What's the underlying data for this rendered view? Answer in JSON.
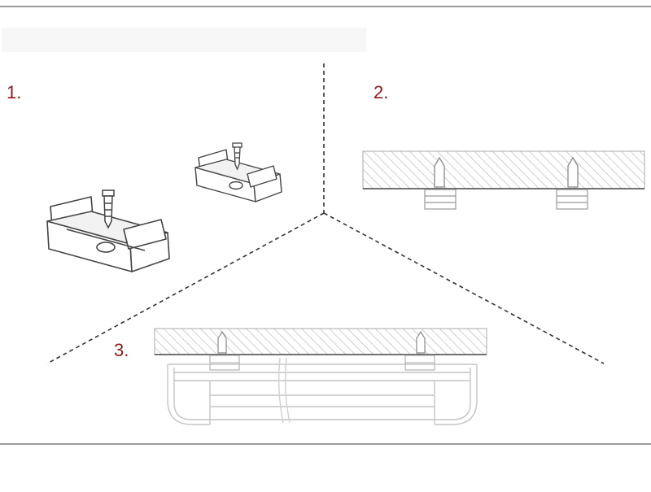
{
  "steps": [
    {
      "label": "1."
    },
    {
      "label": "2."
    },
    {
      "label": "3."
    }
  ],
  "colors": {
    "label": "#8b1a1a",
    "line": "#333333",
    "frame": "#999999",
    "hatch": "#aaaaaa",
    "fixture": "#bbbbbb"
  }
}
